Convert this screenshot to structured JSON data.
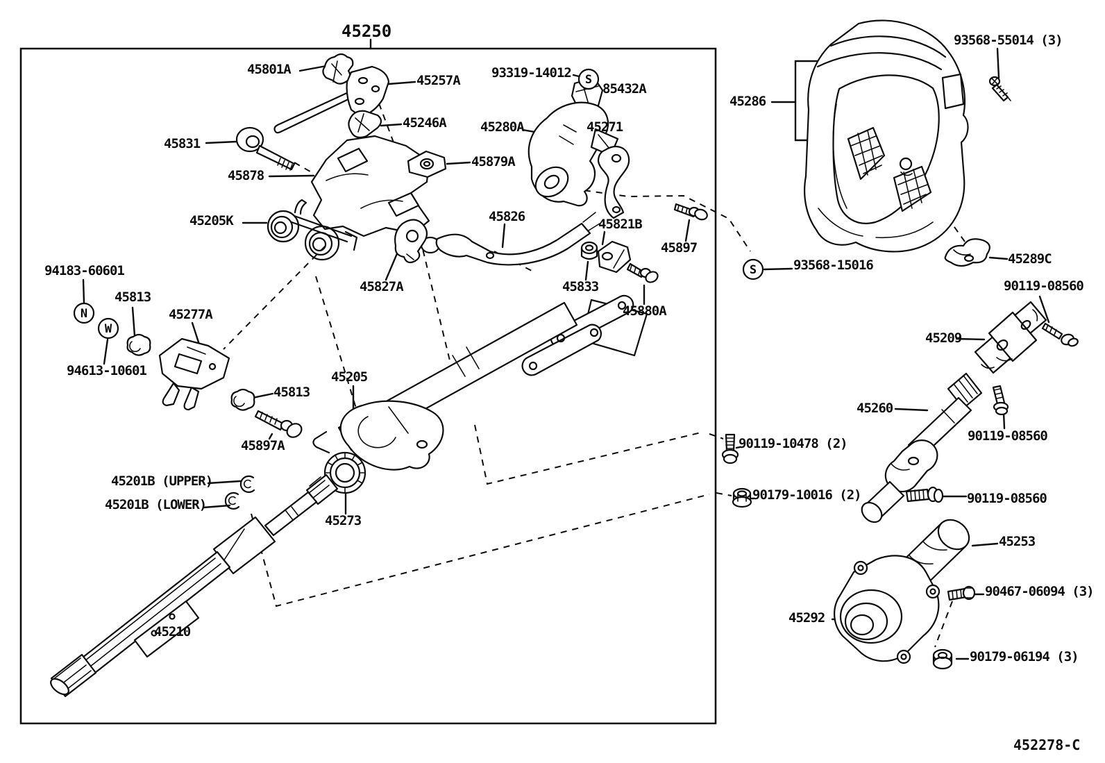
{
  "diagram": {
    "drawing_number": "452278-C",
    "type": "exploded-parts-diagram",
    "labels": [
      {
        "text": "45250"
      },
      {
        "text": "45801A"
      },
      {
        "text": "45257A"
      },
      {
        "text": "93319-14012"
      },
      {
        "text": "85432A"
      },
      {
        "text": "45286"
      },
      {
        "text": "93568-55014 (3)"
      },
      {
        "text": "45831"
      },
      {
        "text": "45246A"
      },
      {
        "text": "45280A"
      },
      {
        "text": "45271"
      },
      {
        "text": "45878"
      },
      {
        "text": "45879A"
      },
      {
        "text": "45205K"
      },
      {
        "text": "45826"
      },
      {
        "text": "45821B"
      },
      {
        "text": "45897"
      },
      {
        "text": "94183-60601"
      },
      {
        "text": "45827A"
      },
      {
        "text": "45833"
      },
      {
        "text": "93568-15016"
      },
      {
        "text": "45289C"
      },
      {
        "text": "45880A"
      },
      {
        "text": "90119-08560"
      },
      {
        "text": "45813"
      },
      {
        "text": "45277A"
      },
      {
        "text": "45209"
      },
      {
        "text": "94613-10601"
      },
      {
        "text": "45205"
      },
      {
        "text": "45813"
      },
      {
        "text": "45260"
      },
      {
        "text": "90119-08560"
      },
      {
        "text": "45897A"
      },
      {
        "text": "90119-10478 (2)"
      },
      {
        "text": "45201B (UPPER)"
      },
      {
        "text": "45201B (LOWER)"
      },
      {
        "text": "90179-10016 (2)"
      },
      {
        "text": "90119-08560"
      },
      {
        "text": "45273"
      },
      {
        "text": "45253"
      },
      {
        "text": "90467-06094 (3)"
      },
      {
        "text": "45292"
      },
      {
        "text": "45210"
      },
      {
        "text": "90179-06194 (3)"
      },
      {
        "text": "452278-C"
      }
    ],
    "markers": {
      "s1": "S",
      "s2": "S",
      "n": "N",
      "w": "W"
    }
  }
}
